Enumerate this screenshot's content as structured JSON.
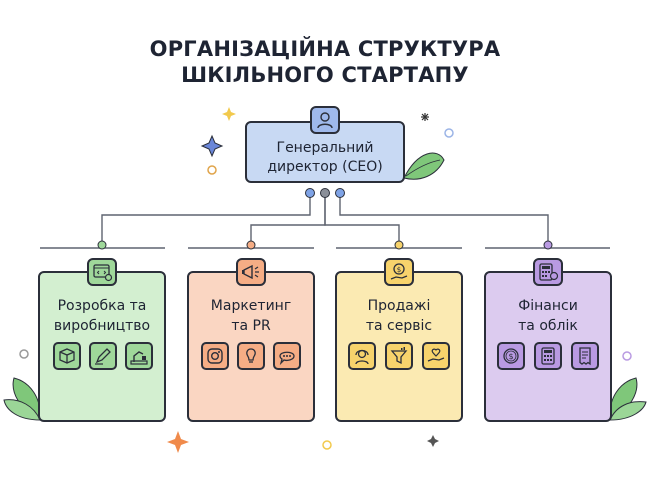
{
  "title": {
    "line1": "ОРГАНІЗАЦІЙНА СТРУКТУРА",
    "line2": "ШКІЛЬНОГО СТАРТАПУ"
  },
  "ceo": {
    "line1": "Генеральний",
    "line2": "директор (CEO)",
    "icon": "person-icon",
    "color": "#c8d9f3"
  },
  "departments": [
    {
      "line1": "Розробка та",
      "line2": "виробництво",
      "color": "#d3efd0",
      "accent": "#9fd89a",
      "icon": "code-gear-icon",
      "tools": [
        "box-icon",
        "pen-tool-icon",
        "robot-arm-icon"
      ]
    },
    {
      "line1": "Маркетинг",
      "line2": "та PR",
      "color": "#fad6c2",
      "accent": "#f5ad85",
      "icon": "megaphone-icon",
      "tools": [
        "instagram-icon",
        "lightbulb-icon",
        "chat-bubble-icon"
      ]
    },
    {
      "line1": "Продажі",
      "line2": "та сервіс",
      "color": "#fbeab2",
      "accent": "#f7d36c",
      "icon": "money-hand-icon",
      "tools": [
        "headset-agent-icon",
        "sales-funnel-icon",
        "heart-hand-icon"
      ]
    },
    {
      "line1": "Фінанси",
      "line2": "та облік",
      "color": "#dccbef",
      "accent": "#b99ae2",
      "icon": "calculator-money-icon",
      "tools": [
        "dollar-coin-icon",
        "calculator-icon",
        "receipt-icon"
      ]
    }
  ]
}
